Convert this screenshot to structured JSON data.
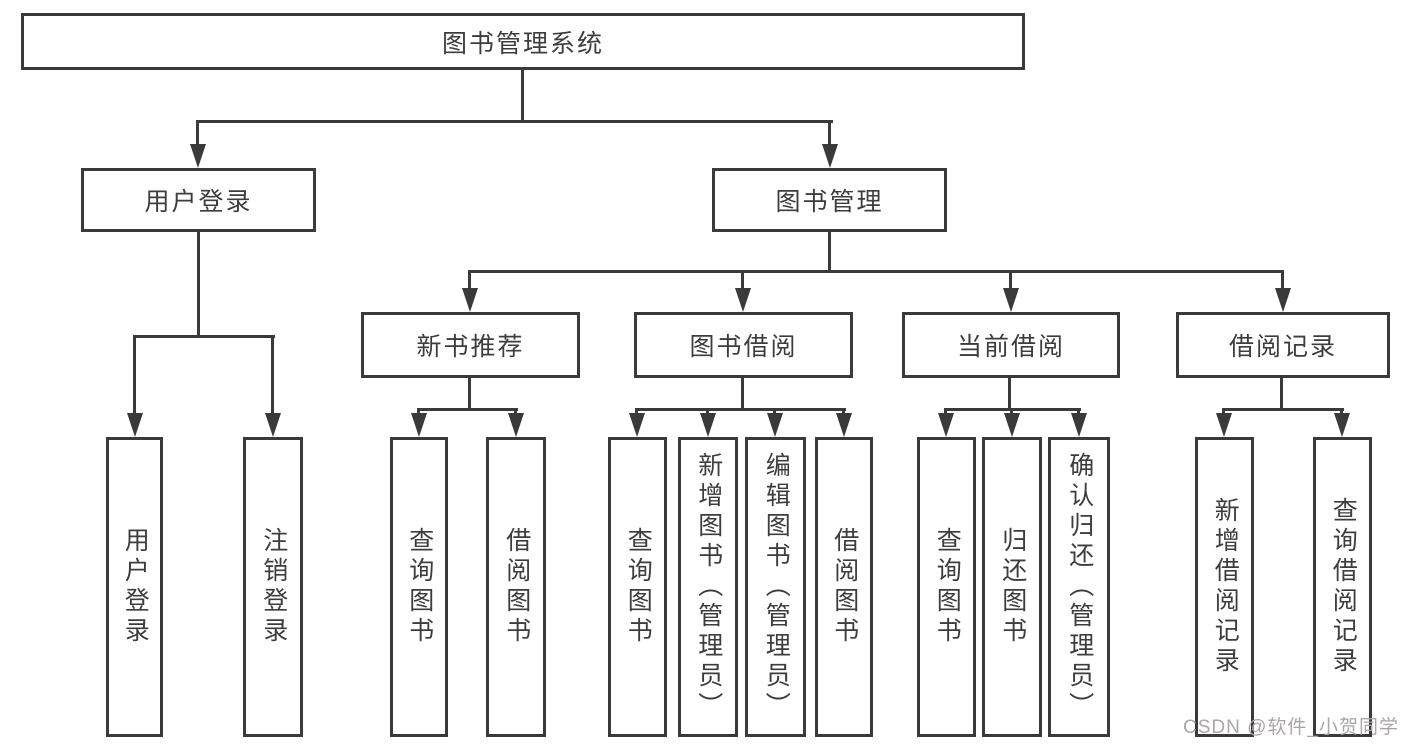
{
  "tree": {
    "root": {
      "label": "图书管理系统"
    },
    "children": [
      {
        "label": "用户登录",
        "children": [
          {
            "label": "用户登录"
          },
          {
            "label": "注销登录"
          }
        ]
      },
      {
        "label": "图书管理",
        "children": [
          {
            "label": "新书推荐",
            "children": [
              {
                "label": "查询图书"
              },
              {
                "label": "借阅图书"
              }
            ]
          },
          {
            "label": "图书借阅",
            "children": [
              {
                "label": "查询图书"
              },
              {
                "label": "新增图书（管理员）"
              },
              {
                "label": "编辑图书（管理员）"
              },
              {
                "label": "借阅图书"
              }
            ]
          },
          {
            "label": "当前借阅",
            "children": [
              {
                "label": "查询图书"
              },
              {
                "label": "归还图书"
              },
              {
                "label": "确认归还（管理员）"
              }
            ]
          },
          {
            "label": "借阅记录",
            "children": [
              {
                "label": "新增借阅记录"
              },
              {
                "label": "查询借阅记录"
              }
            ]
          }
        ]
      }
    ]
  },
  "watermark": {
    "text": "CSDN @软件_小贺同学"
  },
  "colors": {
    "line": "#3a3a3a",
    "box_border": "#3a3a3a",
    "text": "#3d3d3d",
    "watermark": "#aba6a6",
    "background": "#ffffff"
  }
}
